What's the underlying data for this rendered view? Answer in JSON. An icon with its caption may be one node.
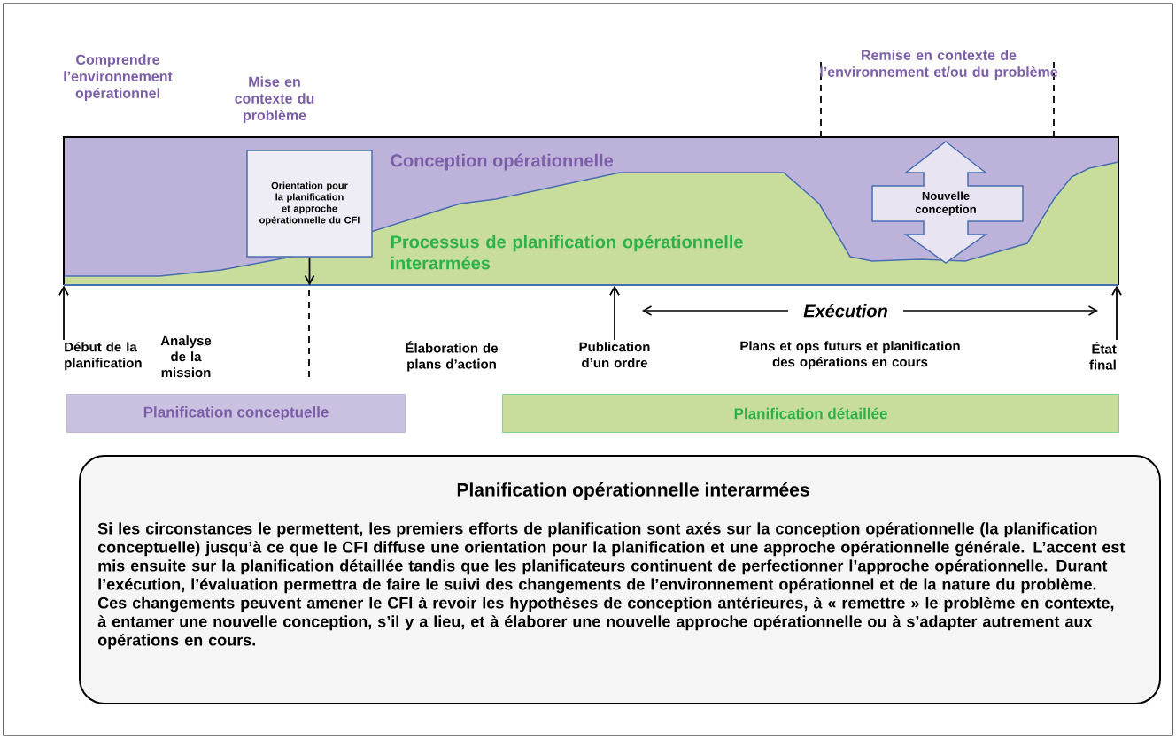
{
  "diagram": {
    "nodes": [
      {
        "text": [
          "Conception opérationnelle",
          "Processus de planification opérationnelle interarmées"
        ]
      },
      {
        "text": [
          "Orientation pour la planification et approche opérationnelle du CFI"
        ],
        "in": 0
      },
      {
        "text": [
          "Nouvelle conception"
        ],
        "in": 0
      },
      {
        "text": [
          "Début de la planification"
        ]
      },
      {
        "text": [
          "Publication d’un ordre"
        ]
      },
      {
        "text": [
          "État final"
        ]
      },
      {
        "text": [
          "Planification conceptuelle"
        ]
      },
      {
        "text": [
          "Planification détaillée"
        ]
      },
      {
        "text": [
          "Planification opérationnelle interarmées",
          "Si les circonstances le permettent, les premiers efforts de planification sont axés sur la conception opérationnelle (la planification conceptuelle) jusqu’à ce que le CFI diffuse une orientation pour la planification et une approche opérationnelle générale. L’accent est mis ensuite sur la planification détaillée tandis que les planificateurs continuent de perfectionner l’approche opérationnelle. Durant l’exécution, l’évaluation permettra de faire le suivi des changements de l’environnement opérationnel et de la nature du problème. Ces changements peuvent amener le CFI à revoir les hypothèses de conception antérieures, à « remettre » le problème en contexte, à entamer une nouvelle conception, s’il y a lieu, et à élaborer une nouvelle approche opérationnelle ou à s’adapter autrement aux opérations en cours."
        ]
      }
    ],
    "edges": [
      {
        "from": 1,
        "to": null,
        "arrow": "to"
      },
      {
        "from": 3,
        "to": 0,
        "arrow": "to"
      },
      {
        "from": 4,
        "to": 0,
        "arrow": "to"
      },
      {
        "from": 5,
        "to": 0,
        "arrow": "to"
      }
    ],
    "labels": [
      "Comprendre l’environnement opérationnel",
      "Mise en contexte du problème",
      "Remise en contexte de l’environnement et/ou du problème",
      "Exécution",
      "Analyse de la mission",
      "Élaboration de plans d’action",
      "Plans et ops futurs et planification des opérations en cours"
    ]
  }
}
